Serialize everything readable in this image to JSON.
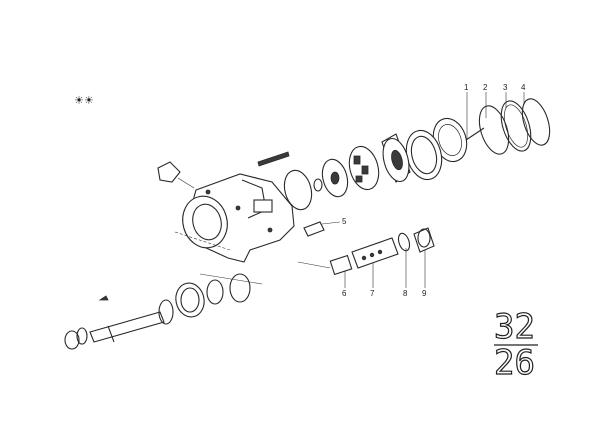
{
  "marker": "☀☀",
  "callouts": [
    {
      "id": "c1",
      "text": "1"
    },
    {
      "id": "c2",
      "text": "2"
    },
    {
      "id": "c3",
      "text": "3"
    },
    {
      "id": "c4",
      "text": "4"
    },
    {
      "id": "c5",
      "text": "5"
    },
    {
      "id": "c6",
      "text": "6"
    },
    {
      "id": "c7",
      "text": "7"
    },
    {
      "id": "c8",
      "text": "8"
    },
    {
      "id": "c9",
      "text": "9"
    }
  ],
  "group_code": {
    "top": "32",
    "bottom": "26"
  }
}
